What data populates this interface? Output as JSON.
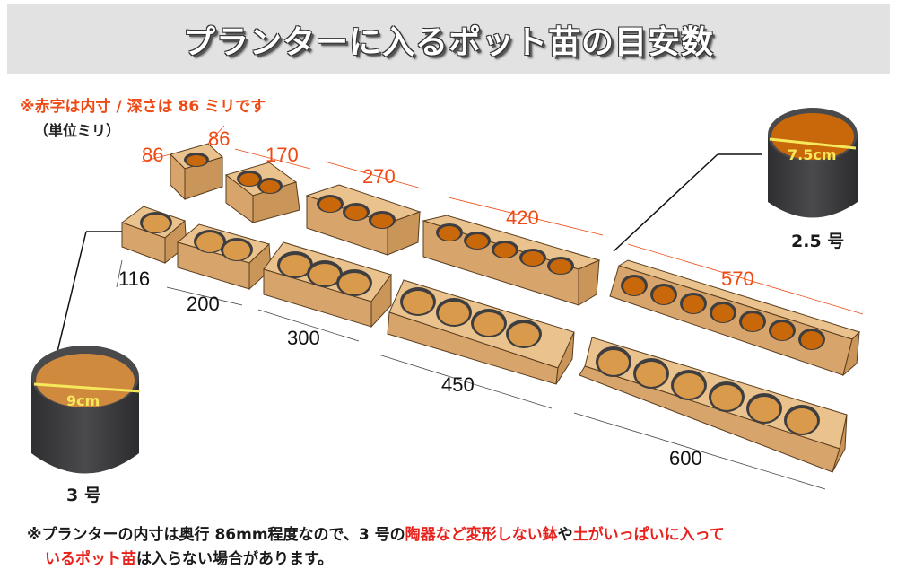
{
  "header": {
    "title": "プランターに入るポット苗の目安数"
  },
  "notes": {
    "red_note": "※赤字は内寸 / 深さは 86 ミリです",
    "unit_note": "（単位ミリ）"
  },
  "colors": {
    "header_bg": "#e3e2e2",
    "dim_red": "#f04a14",
    "wood": "#dcae78",
    "pot_dark": "#3e3e40",
    "soil_dark": "#c9680a",
    "soil_light": "#d99a4c",
    "emphasis_red": "#e8231e",
    "arrow_yellow": "#f5e85a"
  },
  "pots": {
    "small": {
      "label": "2.5 号",
      "diameter": "7.5cm"
    },
    "large": {
      "label": "3 号",
      "diameter": "9cm"
    }
  },
  "planters": {
    "inner_row": [
      {
        "inner_dims": "86",
        "inner_depth_label": "86",
        "pot_count": 1
      },
      {
        "inner_dims": "170",
        "pot_count": 2
      },
      {
        "inner_dims": "270",
        "pot_count": 3
      },
      {
        "inner_dims": "420",
        "pot_count": 5
      },
      {
        "inner_dims": "570",
        "pot_count": 7
      }
    ],
    "outer_row": [
      {
        "outer_dims": "116",
        "pot_count": 1
      },
      {
        "outer_dims": "200",
        "pot_count": 2
      },
      {
        "outer_dims": "300",
        "pot_count": 3
      },
      {
        "outer_dims": "450",
        "pot_count": 4
      },
      {
        "outer_dims": "600",
        "pot_count": 6
      }
    ]
  },
  "footer": {
    "line1_a": "※プランターの内寸は奥行 86mm程度なので、3 号の",
    "line1_red1": "陶器など変形しない鉢",
    "line1_b": "や",
    "line1_red2": "土がいっぱいに入って",
    "line2_red": "いるポット苗",
    "line2_b": "は入らない場合があります。"
  }
}
